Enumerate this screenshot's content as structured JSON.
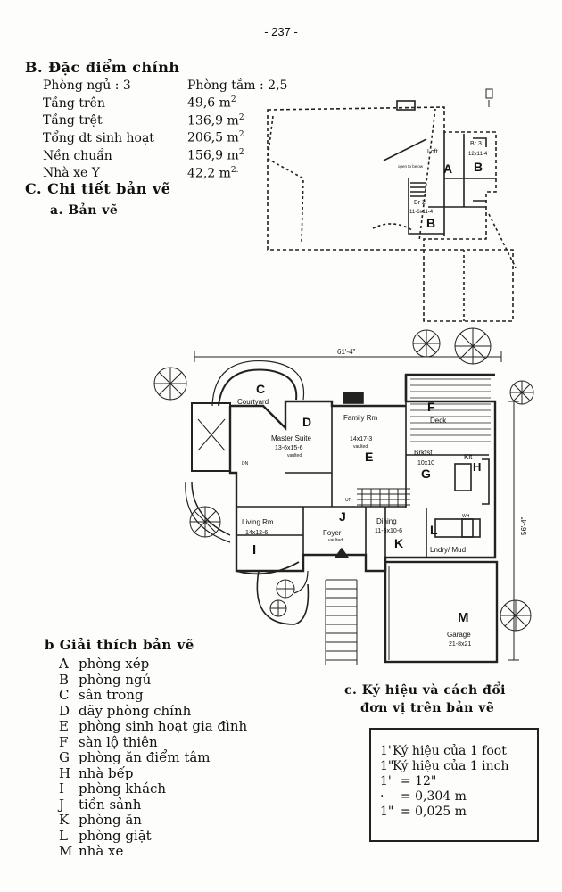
{
  "page_number": "- 237 -",
  "section_b": {
    "title": "B. Đặc điểm chính",
    "rows": [
      {
        "label": "Phòng ngủ : 3",
        "value": "Phòng tắm : 2,5",
        "unit": ""
      },
      {
        "label": "Tầng trên",
        "value": "49,6 m",
        "unit": "2"
      },
      {
        "label": "Tầng trệt",
        "value": "136,9 m",
        "unit": "2"
      },
      {
        "label": "Tổng dt sinh hoạt",
        "value": "206,5 m",
        "unit": "2"
      },
      {
        "label": "Nền chuẩn",
        "value": "156,9 m",
        "unit": "2"
      },
      {
        "label": "Nhà xe Y",
        "value": "42,2 m",
        "unit": "2."
      }
    ]
  },
  "section_c": {
    "title": "C. Chi tiết bản vẽ",
    "subtitle": "a. Bản vẽ"
  },
  "upper_plan": {
    "rooms": [
      {
        "name": "Loft",
        "letter": "A"
      },
      {
        "name": "Br 3",
        "dims": "12x11-4",
        "letter": "B"
      },
      {
        "name": "Br 2",
        "dims": "11-6x11-4",
        "letter": "B"
      }
    ],
    "note": "open to below"
  },
  "main_plan": {
    "width_dim": "61'-4\"",
    "depth_dim": "56'-4\"",
    "rooms": [
      {
        "key": "courtyard",
        "name": "Courtyard",
        "letter": "C",
        "dims": "",
        "note": ""
      },
      {
        "key": "master",
        "name": "Master Suite",
        "letter": "D",
        "dims": "13-6x15-6",
        "note": "vaulted"
      },
      {
        "key": "family",
        "name": "Family Rm",
        "letter": "E",
        "dims": "14x17-3",
        "note": "vaulted"
      },
      {
        "key": "deck",
        "name": "Deck",
        "letter": "F",
        "dims": "",
        "note": ""
      },
      {
        "key": "brkfst",
        "name": "Brkfst",
        "letter": "G",
        "dims": "10x10",
        "note": ""
      },
      {
        "key": "kit",
        "name": "Kit",
        "letter": "H",
        "dims": "",
        "note": ""
      },
      {
        "key": "living",
        "name": "Living Rm",
        "letter": "I",
        "dims": "14x12-6",
        "note": ""
      },
      {
        "key": "foyer",
        "name": "Foyer",
        "letter": "J",
        "dims": "",
        "note": "vaulted"
      },
      {
        "key": "dining",
        "name": "Dining",
        "letter": "K",
        "dims": "11-6x10-6",
        "note": ""
      },
      {
        "key": "lndry",
        "name": "Lndry/ Mud",
        "letter": "L",
        "dims": "",
        "note": ""
      },
      {
        "key": "garage",
        "name": "Garage",
        "letter": "M",
        "dims": "21-8x21",
        "note": ""
      }
    ],
    "small_labels": {
      "up": "UP",
      "dn": "DN",
      "wh": "WH"
    }
  },
  "section_b_legend": {
    "title": "b Giải thích bản vẽ",
    "items": [
      {
        "letter": "A",
        "text": "phòng xép"
      },
      {
        "letter": "B",
        "text": "phòng ngủ"
      },
      {
        "letter": "C",
        "text": "sân trong"
      },
      {
        "letter": "D",
        "text": "dãy phòng chính"
      },
      {
        "letter": "E",
        "text": "phòng sinh hoạt gia đình"
      },
      {
        "letter": "F",
        "text": "sàn lộ thiên"
      },
      {
        "letter": "G",
        "text": "phòng ăn điểm tâm"
      },
      {
        "letter": "H",
        "text": "nhà bếp"
      },
      {
        "letter": "I",
        "text": "phòng khách"
      },
      {
        "letter": "J",
        "text": "tiền sảnh"
      },
      {
        "letter": "K",
        "text": "phòng ăn"
      },
      {
        "letter": "L",
        "text": "phòng giặt"
      },
      {
        "letter": "M",
        "text": "nhà xe"
      }
    ]
  },
  "section_c_symbols": {
    "title_line1": "c. Ký hiệu và cách đổi",
    "title_line2": "đơn vị trên bản vẽ",
    "rows": [
      {
        "sym": "1'",
        "text": "Ký hiệu của 1 foot"
      },
      {
        "sym": "1\"",
        "text": "Ký hiệu của 1 inch"
      },
      {
        "sym": "1'",
        "text": "= 12\""
      },
      {
        "sym": "·",
        "text": "= 0,304 m"
      },
      {
        "sym": "1\"",
        "text": "= 0,025 m"
      }
    ]
  }
}
